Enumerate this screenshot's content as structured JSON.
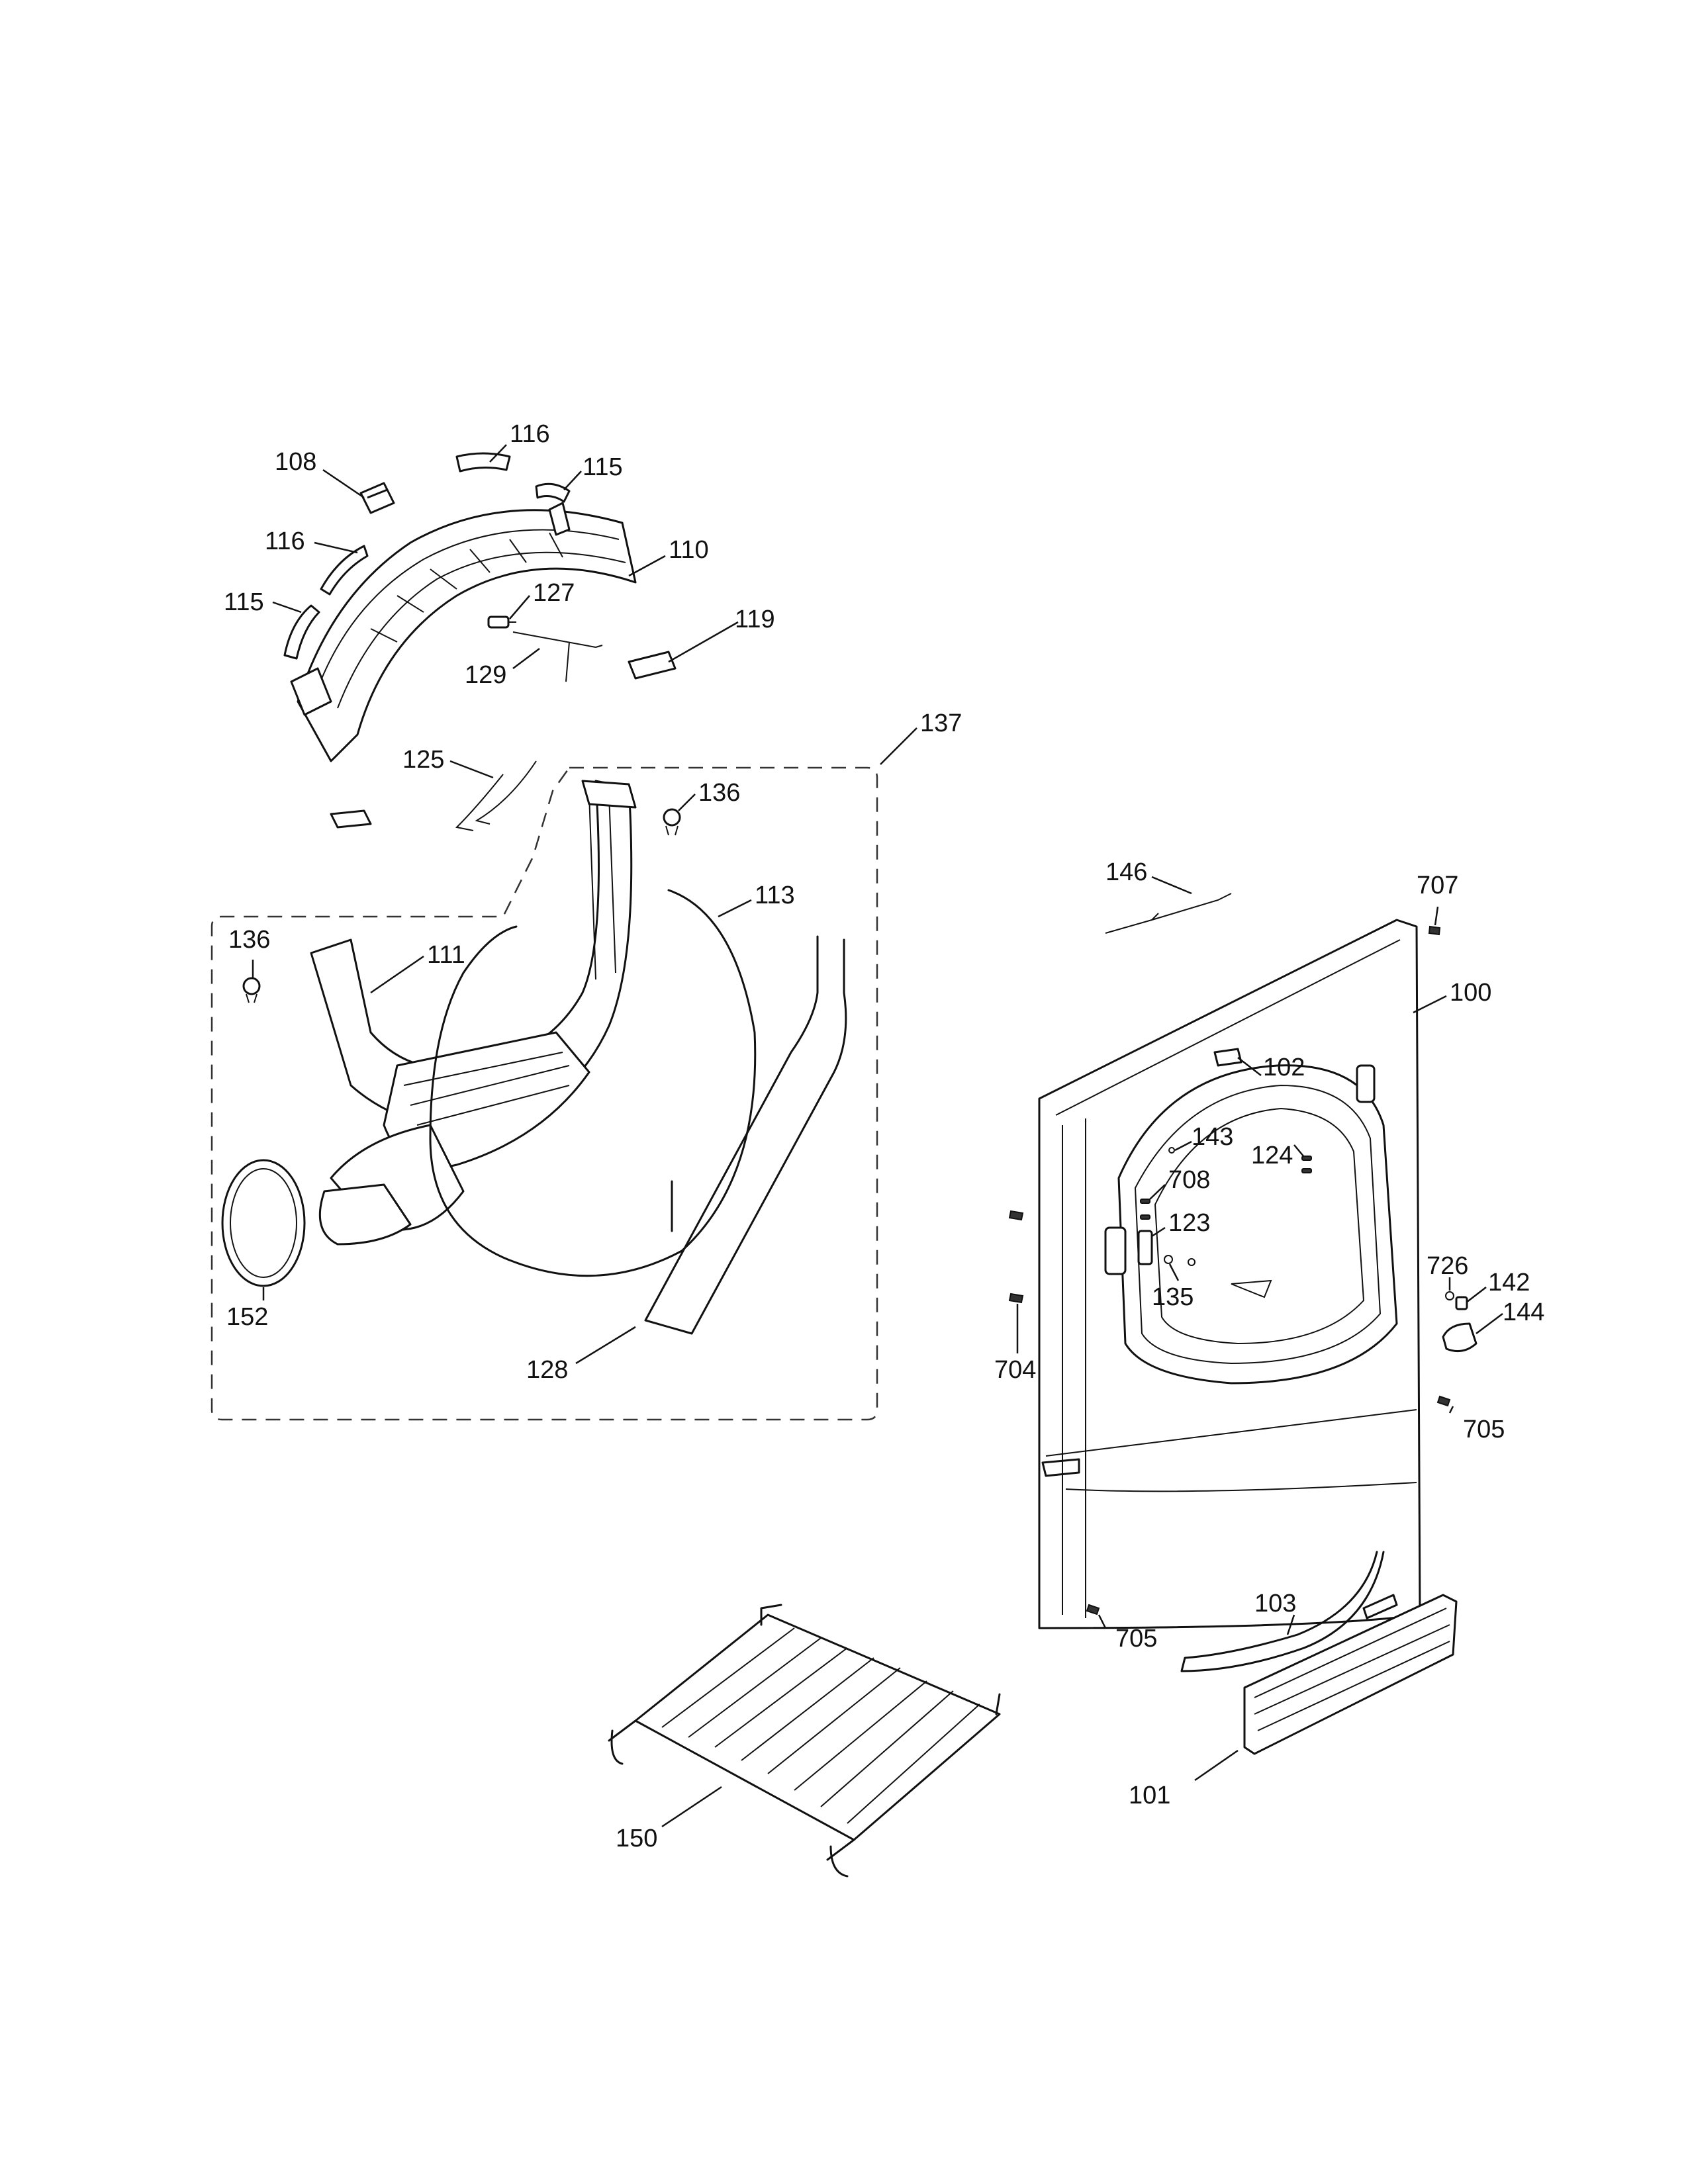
{
  "callouts": [
    {
      "key": "c116a",
      "label": "116"
    },
    {
      "key": "c108",
      "label": "108"
    },
    {
      "key": "c115a",
      "label": "115"
    },
    {
      "key": "c116b",
      "label": "116"
    },
    {
      "key": "c110",
      "label": "110"
    },
    {
      "key": "c115b",
      "label": "115"
    },
    {
      "key": "c127",
      "label": "127"
    },
    {
      "key": "c119",
      "label": "119"
    },
    {
      "key": "c129",
      "label": "129"
    },
    {
      "key": "c137",
      "label": "137"
    },
    {
      "key": "c125",
      "label": "125"
    },
    {
      "key": "c136a",
      "label": "136"
    },
    {
      "key": "c113",
      "label": "113"
    },
    {
      "key": "c146",
      "label": "146"
    },
    {
      "key": "c707",
      "label": "707"
    },
    {
      "key": "c136b",
      "label": "136"
    },
    {
      "key": "c111",
      "label": "111"
    },
    {
      "key": "c100",
      "label": "100"
    },
    {
      "key": "c102",
      "label": "102"
    },
    {
      "key": "c143",
      "label": "143"
    },
    {
      "key": "c124",
      "label": "124"
    },
    {
      "key": "c708",
      "label": "708"
    },
    {
      "key": "c123",
      "label": "123"
    },
    {
      "key": "c726",
      "label": "726"
    },
    {
      "key": "c142",
      "label": "142"
    },
    {
      "key": "c135",
      "label": "135"
    },
    {
      "key": "c144",
      "label": "144"
    },
    {
      "key": "c152",
      "label": "152"
    },
    {
      "key": "c128",
      "label": "128"
    },
    {
      "key": "c704",
      "label": "704"
    },
    {
      "key": "c705a",
      "label": "705"
    },
    {
      "key": "c103",
      "label": "103"
    },
    {
      "key": "c705b",
      "label": "705"
    },
    {
      "key": "c101",
      "label": "101"
    },
    {
      "key": "c150",
      "label": "150"
    }
  ]
}
